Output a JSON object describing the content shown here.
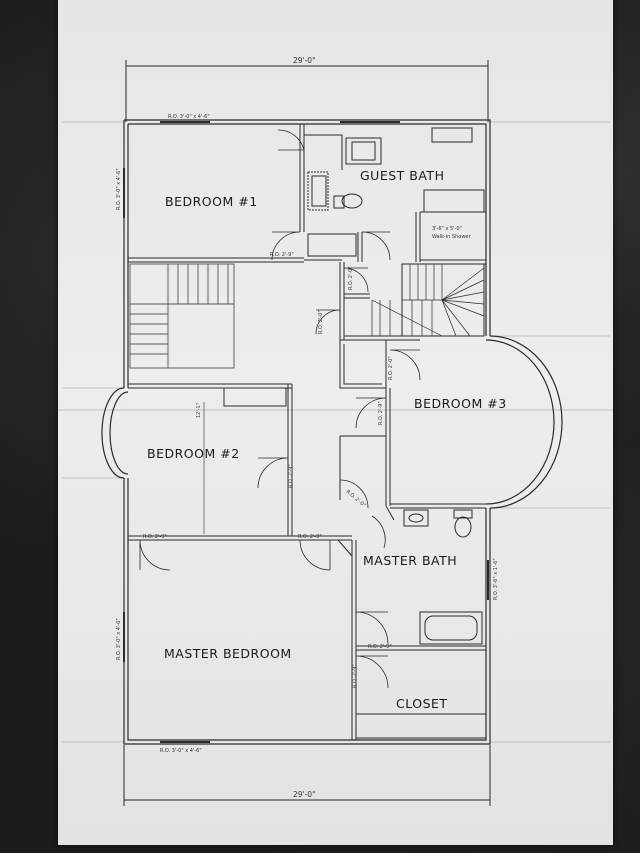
{
  "plan": {
    "dimensions": {
      "top": "29'-0\"",
      "bottom": "29'-0\""
    },
    "rooms": {
      "bedroom1": "BEDROOM #1",
      "guest_bath": "GUEST BATH",
      "bedroom2": "BEDROOM #2",
      "bedroom3": "BEDROOM #3",
      "master_bath": "MASTER BATH",
      "master_bedroom": "MASTER BEDROOM",
      "closet": "CLOSET"
    },
    "notes": {
      "window_top": "R.O. 3'-0\" x 4'-6\"",
      "window_left_upper": "R.O. 3'-0\" x 4'-6\"",
      "window_left_lower": "R.O. 3'-0\" x 4'-6\"",
      "window_bottom": "R.O. 3'-0\" x 4'-6\"",
      "window_right": "R.O. 3'-6\" x 1'-6\"",
      "shower": "3'-6\" x 5'-0\"",
      "shower_type": "Walk-in Shower",
      "door_b1": "R.O. 2'-9\"",
      "door_b2_left": "R.O. 2'-9\"",
      "door_b2_right": "R.O. 2'-9\"",
      "door_b2_side": "R.O. 2'-9\"",
      "door_b3": "R.O. 2'-9\"",
      "door_hall1": "R.O. 2'-0\"",
      "door_hall2": "R.O. 2'-0\"",
      "door_hall3": "R.O. 2'-0\"",
      "door_mb": "R.O. 2'-9\"",
      "door_closet": "R.O. 2'-9\"",
      "door_closet_side": "R.O. 2'-9\"",
      "door_diag": "R.O. 2'-0\"",
      "b2_dim": "12'-1\""
    }
  }
}
